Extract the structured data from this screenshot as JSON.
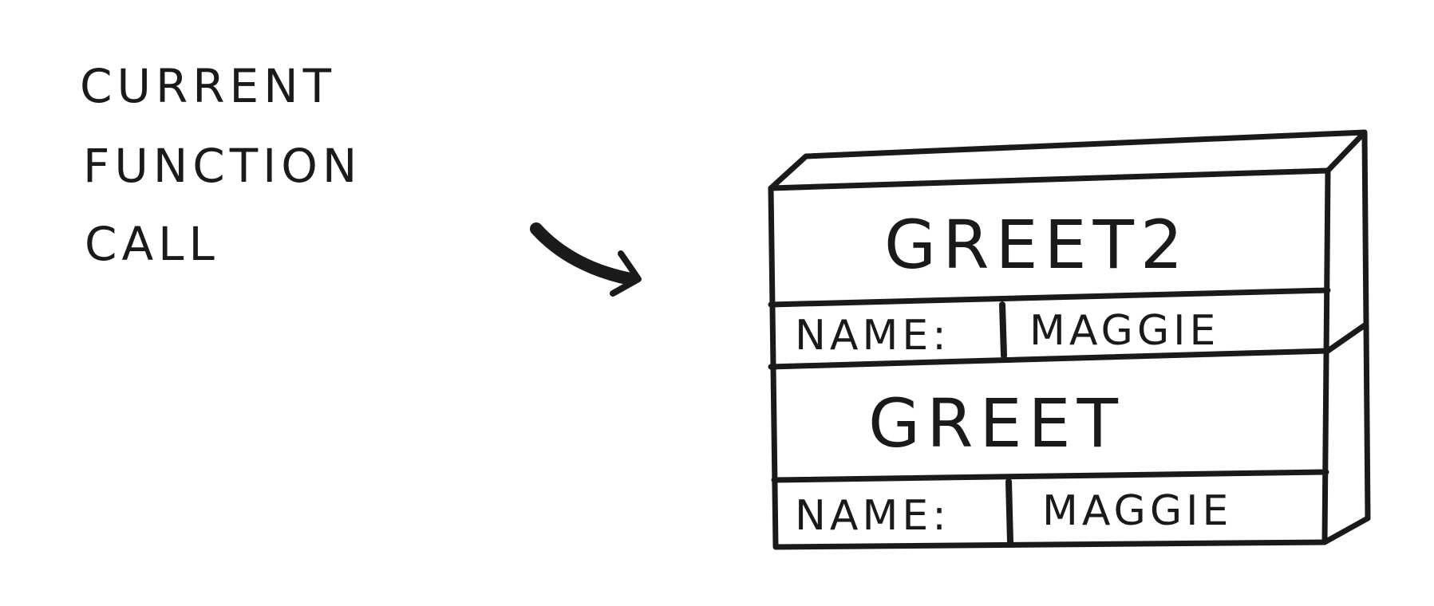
{
  "label": {
    "lines": [
      "CURRENT",
      "FUNCTION",
      "CALL"
    ]
  },
  "stack": {
    "frames": [
      {
        "name": "GREET2",
        "var_name": "NAME:",
        "var_value": "MAGGIE"
      },
      {
        "name": "GREET",
        "var_name": "NAME:",
        "var_value": "MAGGIE"
      }
    ]
  },
  "colors": {
    "ink": "#1a1a1a",
    "paper": "#ffffff"
  }
}
